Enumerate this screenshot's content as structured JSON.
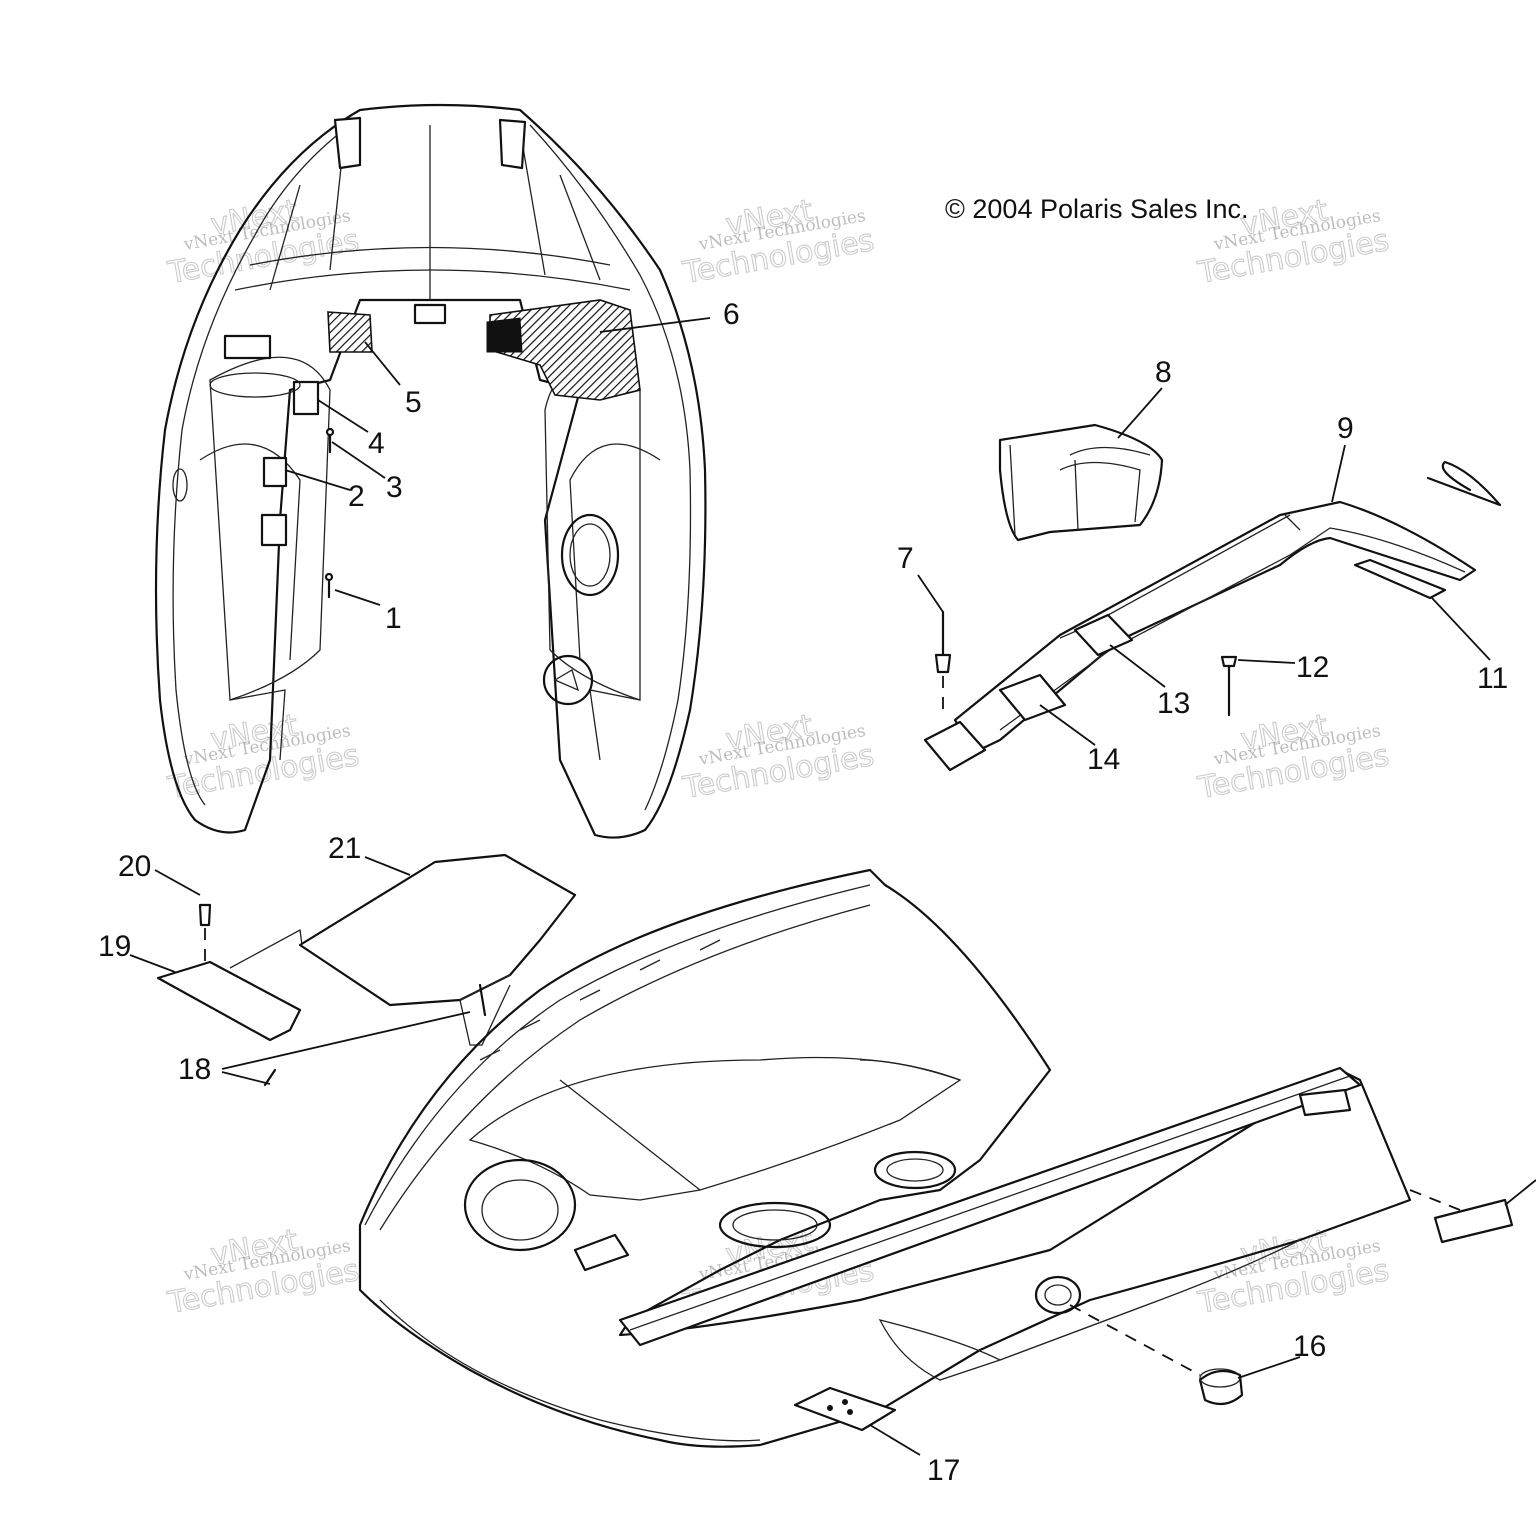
{
  "copyright": "© 2004 Polaris Sales Inc.",
  "watermark": {
    "small": "vNext Technologies",
    "large_top": "vNext",
    "large_bottom": "Technologies"
  },
  "callouts": [
    "1",
    "2",
    "3",
    "4",
    "5",
    "6",
    "7",
    "8",
    "9",
    "11",
    "12",
    "13",
    "14",
    "16",
    "17",
    "18",
    "19",
    "20",
    "21"
  ]
}
